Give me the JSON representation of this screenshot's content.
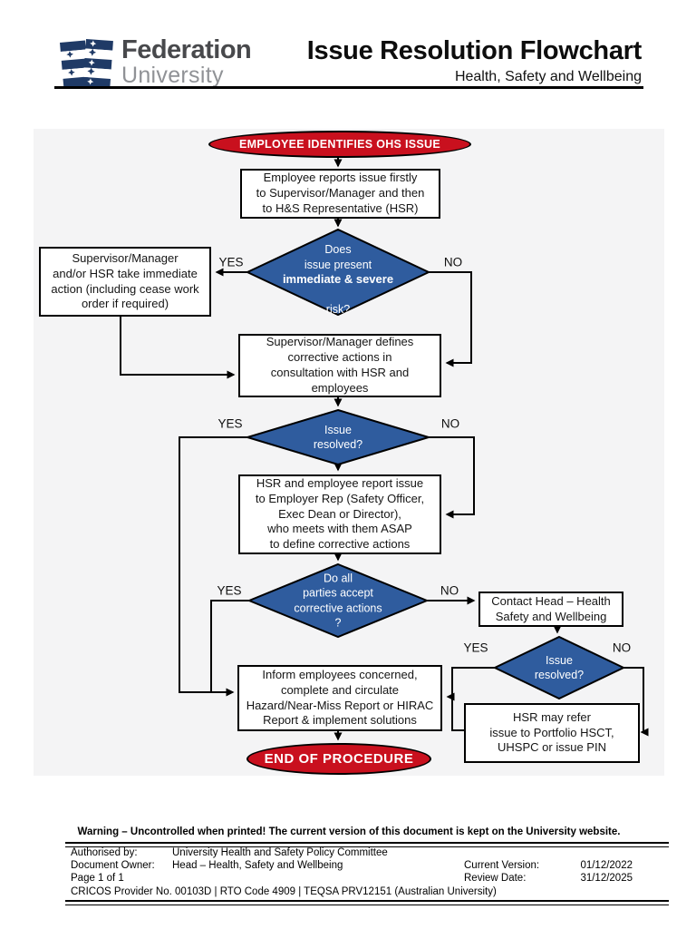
{
  "colors": {
    "red": "#c9101e",
    "blue": "#2f5c9e",
    "panel_bg": "#f4f4f5",
    "flag_navy": "#1f3a66"
  },
  "header": {
    "brand_line1": "Federation",
    "brand_line2": "University",
    "title": "Issue Resolution Flowchart",
    "subtitle": "Health, Safety and Wellbeing"
  },
  "flowchart": {
    "start": "EMPLOYEE IDENTIFIES OHS ISSUE",
    "report_box": "Employee reports issue firstly\nto Supervisor/Manager and then\nto H&S Representative (HSR)",
    "decision1": {
      "line1": "Does\nissue present",
      "bold": "immediate & severe",
      "line2": "risk?",
      "yes": "YES",
      "no": "NO"
    },
    "immediate_action_box": "Supervisor/Manager\nand/or HSR take immediate\naction (including cease work\norder if required)",
    "define_actions_box": "Supervisor/Manager defines\ncorrective actions in\nconsultation with HSR and\nemployees",
    "decision2": {
      "text": "Issue\nresolved?",
      "yes": "YES",
      "no": "NO"
    },
    "report_employer_box": "HSR and employee report issue\nto Employer Rep (Safety Officer,\nExec Dean or Director),\nwho meets with them ASAP\nto define corrective actions",
    "decision3": {
      "text": "Do all\nparties accept\ncorrective actions\n?",
      "yes": "YES",
      "no": "NO"
    },
    "contact_head_box": "Contact Head – Health\nSafety and Wellbeing",
    "decision4": {
      "text": "Issue\nresolved?",
      "yes": "YES",
      "no": "NO"
    },
    "inform_box": "Inform employees concerned,\ncomplete and circulate\nHazard/Near-Miss Report or HIRAC\nReport & implement solutions",
    "refer_box": "HSR may refer\nissue to Portfolio HSCT,\nUHSPC or issue PIN",
    "end": "END OF PROCEDURE"
  },
  "footer": {
    "warning": "Warning – Uncontrolled when printed!  The current version of this document is kept on the University website.",
    "authorised_by_label": "Authorised by:",
    "authorised_by": "University Health and Safety Policy Committee",
    "document_owner_label": "Document Owner:",
    "document_owner": "Head – Health, Safety and Wellbeing",
    "page": "Page 1 of 1",
    "current_version_label": "Current Version:",
    "current_version": "01/12/2022",
    "review_date_label": "Review Date:",
    "review_date": "31/12/2025",
    "cricos": "CRICOS Provider No. 00103D | RTO Code 4909 | TEQSA PRV12151 (Australian University)"
  }
}
